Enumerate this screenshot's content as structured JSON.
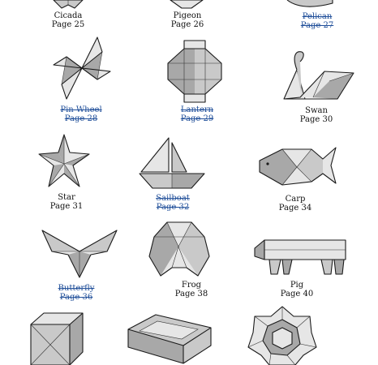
{
  "models": [
    {
      "name": "Cicada",
      "page": "Page 25",
      "link": false
    },
    {
      "name": "Pigeon",
      "page": "Page 26",
      "link": false
    },
    {
      "name": "Pelican",
      "page": "Page 27",
      "link": true
    },
    {
      "name": "Pin Wheel",
      "page": "Page 28",
      "link": true
    },
    {
      "name": "Lantern",
      "page": "Page 29",
      "link": true
    },
    {
      "name": "Swan",
      "page": "Page 30",
      "link": false
    },
    {
      "name": "Star",
      "page": "Page 31",
      "link": false
    },
    {
      "name": "Sailboat",
      "page": "Page 32",
      "link": true
    },
    {
      "name": "Carp",
      "page": "Page 34",
      "link": false
    },
    {
      "name": "Butterfly",
      "page": "Page 36",
      "link": true
    },
    {
      "name": "Frog",
      "page": "Page 38",
      "link": false
    },
    {
      "name": "Pig",
      "page": "Page 40",
      "link": false
    }
  ],
  "colors": {
    "link": "#1f4e99",
    "text": "#111111",
    "paper_light": "#e6e6e6",
    "paper_shade": "#a8a8a8",
    "outline": "#1a1a1a"
  }
}
